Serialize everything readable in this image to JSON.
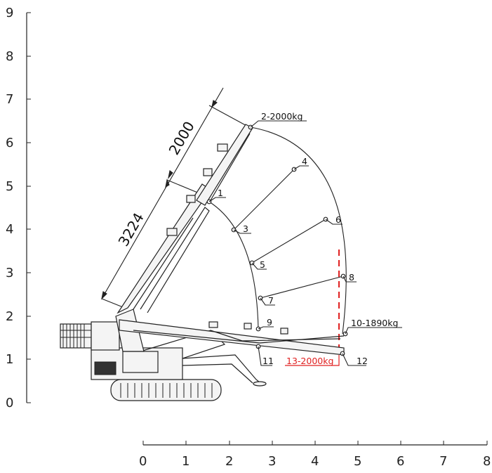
{
  "y_axis": {
    "ticks": [
      "0",
      "1",
      "2",
      "3",
      "4",
      "5",
      "6",
      "7",
      "8",
      "9"
    ]
  },
  "x_axis": {
    "ticks": [
      "0",
      "1",
      "2",
      "3",
      "4",
      "5",
      "6",
      "7",
      "8"
    ]
  },
  "dimensions": {
    "lower_boom": "3224",
    "upper_boom": "2000"
  },
  "points": [
    {
      "id": "p1",
      "label": "1",
      "color": "#111111"
    },
    {
      "id": "p2",
      "label": "2-2000kg",
      "color": "#111111"
    },
    {
      "id": "p3",
      "label": "3",
      "color": "#111111"
    },
    {
      "id": "p4",
      "label": "4",
      "color": "#111111"
    },
    {
      "id": "p5",
      "label": "5",
      "color": "#111111"
    },
    {
      "id": "p6",
      "label": "6",
      "color": "#111111"
    },
    {
      "id": "p7",
      "label": "7",
      "color": "#111111"
    },
    {
      "id": "p8",
      "label": "8",
      "color": "#111111"
    },
    {
      "id": "p9",
      "label": "9",
      "color": "#111111"
    },
    {
      "id": "p10",
      "label": "10-1890kg",
      "color": "#111111"
    },
    {
      "id": "p11",
      "label": "11",
      "color": "#111111"
    },
    {
      "id": "p12",
      "label": "12",
      "color": "#111111"
    },
    {
      "id": "p13",
      "label": "13-2000kg",
      "color": "#e02020"
    }
  ],
  "colors": {
    "line": "#222222",
    "highlight": "#e02020"
  }
}
